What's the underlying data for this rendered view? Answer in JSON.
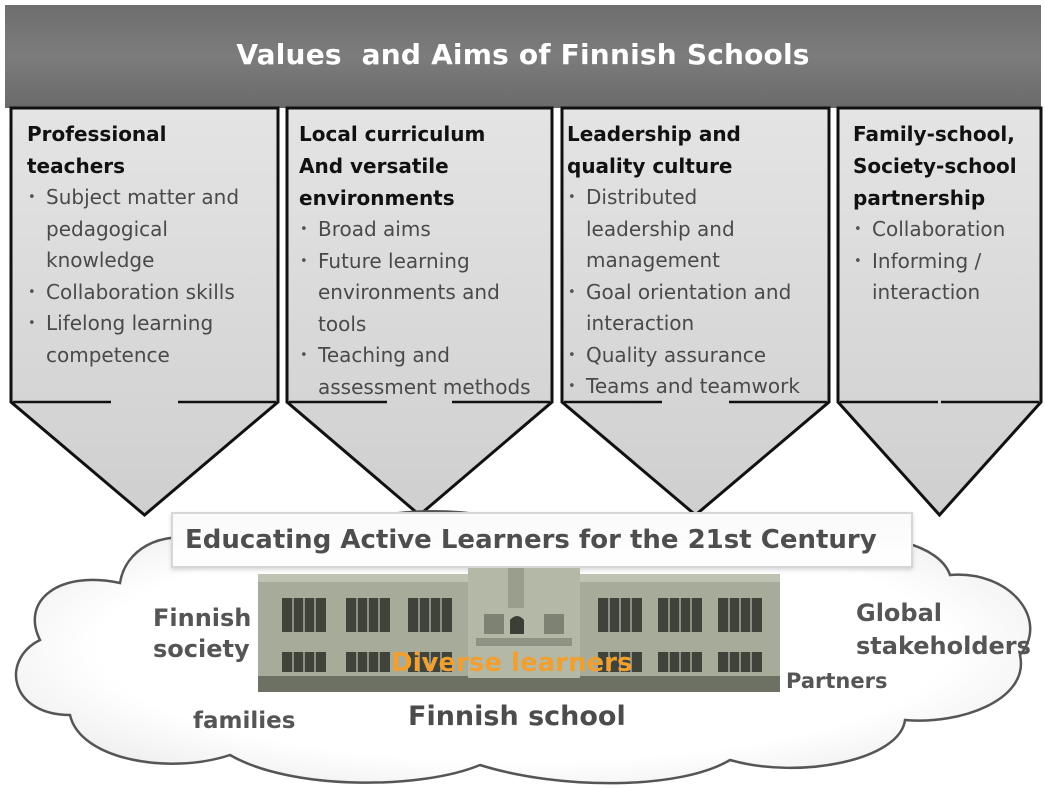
{
  "header": {
    "title": "Values  and Aims of Finnish Schools"
  },
  "columns": [
    {
      "title_lines": [
        "Professional",
        "teachers"
      ],
      "items": [
        "Subject matter and pedagogical knowledge",
        "Collaboration skills",
        "Lifelong learning competence"
      ]
    },
    {
      "title_lines": [
        "Local curriculum",
        "And versatile",
        "environments"
      ],
      "items": [
        "Broad aims",
        "Future learning environments and tools",
        "Teaching and assessment methods"
      ]
    },
    {
      "title_lines": [
        "Leadership and",
        "quality culture"
      ],
      "items": [
        "Distributed leadership and management",
        "Goal orientation  and interaction",
        "Quality assurance",
        "Teams and  teamwork"
      ]
    },
    {
      "title_lines": [
        "Family-school,",
        "Society-school",
        "partnership"
      ],
      "items": [
        "Collaboration",
        "Informing / interaction"
      ]
    }
  ],
  "banner": {
    "text": "Educating Active Learners for the 21st Century"
  },
  "cloud": {
    "finnish_society": [
      "Finnish",
      "society"
    ],
    "global_stakeholders": [
      "Global",
      "stakeholders"
    ],
    "partners": "Partners",
    "families": "families",
    "finnish_school": "Finnish school",
    "diverse_learners": "Diverse learners"
  },
  "colors": {
    "header_bg": "#747474",
    "panel_fill": "#d9d9d9",
    "panel_border": "#111111",
    "diverse_learners": "#f0a030",
    "cloud_fill": "#ffffff",
    "cloud_border": "#555555"
  }
}
